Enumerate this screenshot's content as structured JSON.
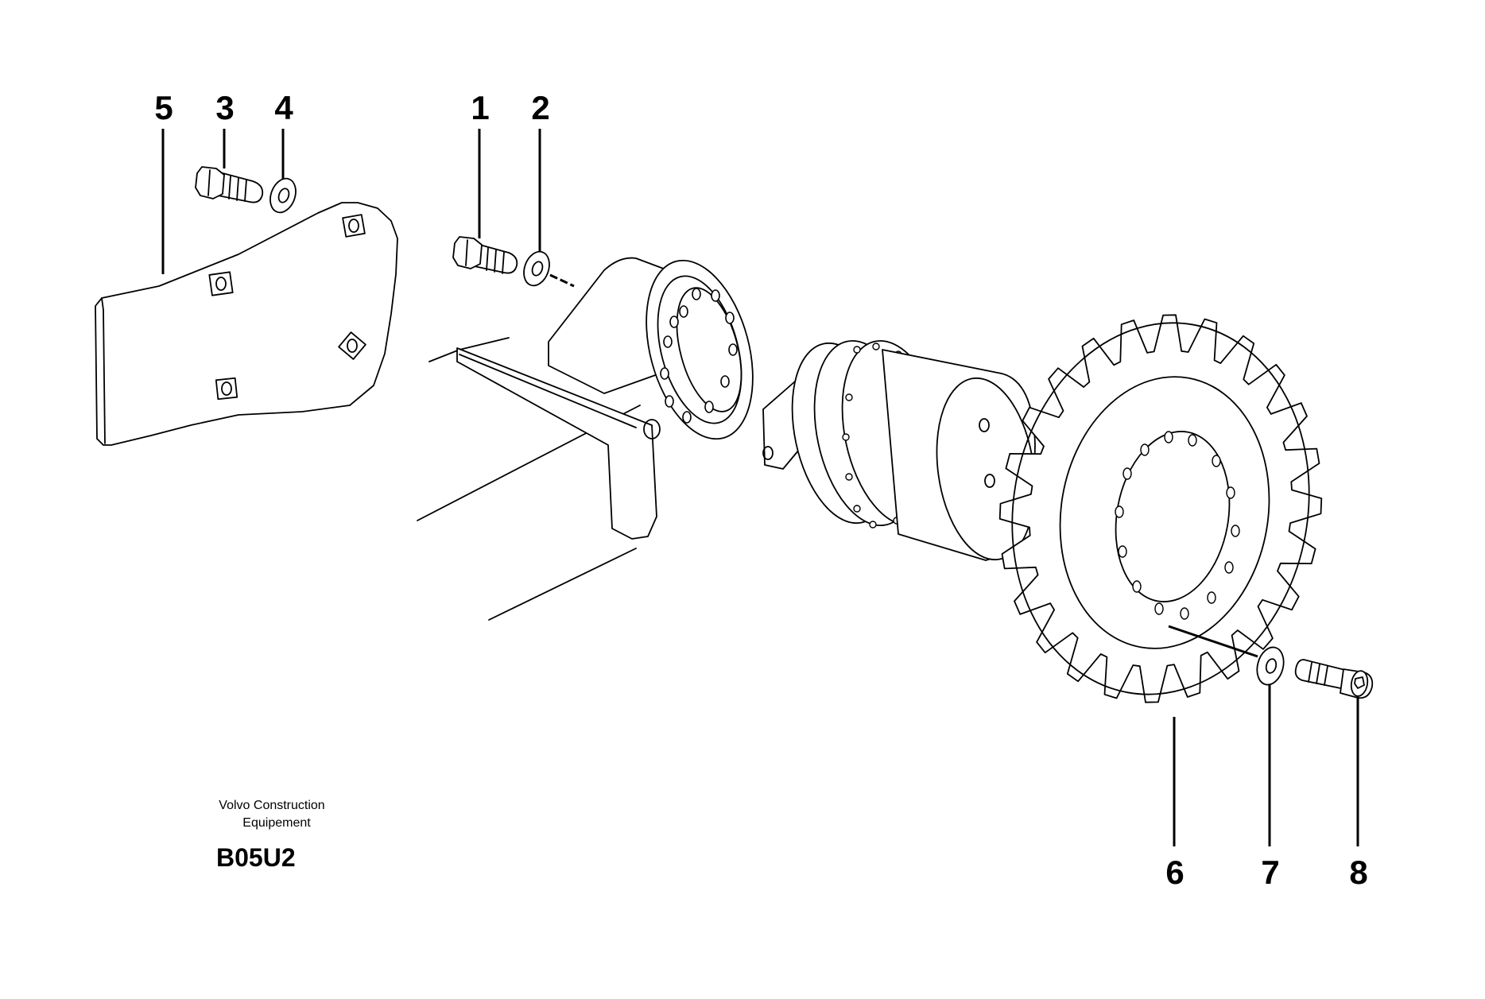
{
  "diagram": {
    "callouts": [
      {
        "id": "1",
        "label": "1"
      },
      {
        "id": "2",
        "label": "2"
      },
      {
        "id": "3",
        "label": "3"
      },
      {
        "id": "4",
        "label": "4"
      },
      {
        "id": "5",
        "label": "5"
      },
      {
        "id": "6",
        "label": "6"
      },
      {
        "id": "7",
        "label": "7"
      },
      {
        "id": "8",
        "label": "8"
      }
    ],
    "caption": {
      "line1": "Volvo Construction",
      "line2": "Equipement",
      "code": "B05U2"
    }
  }
}
